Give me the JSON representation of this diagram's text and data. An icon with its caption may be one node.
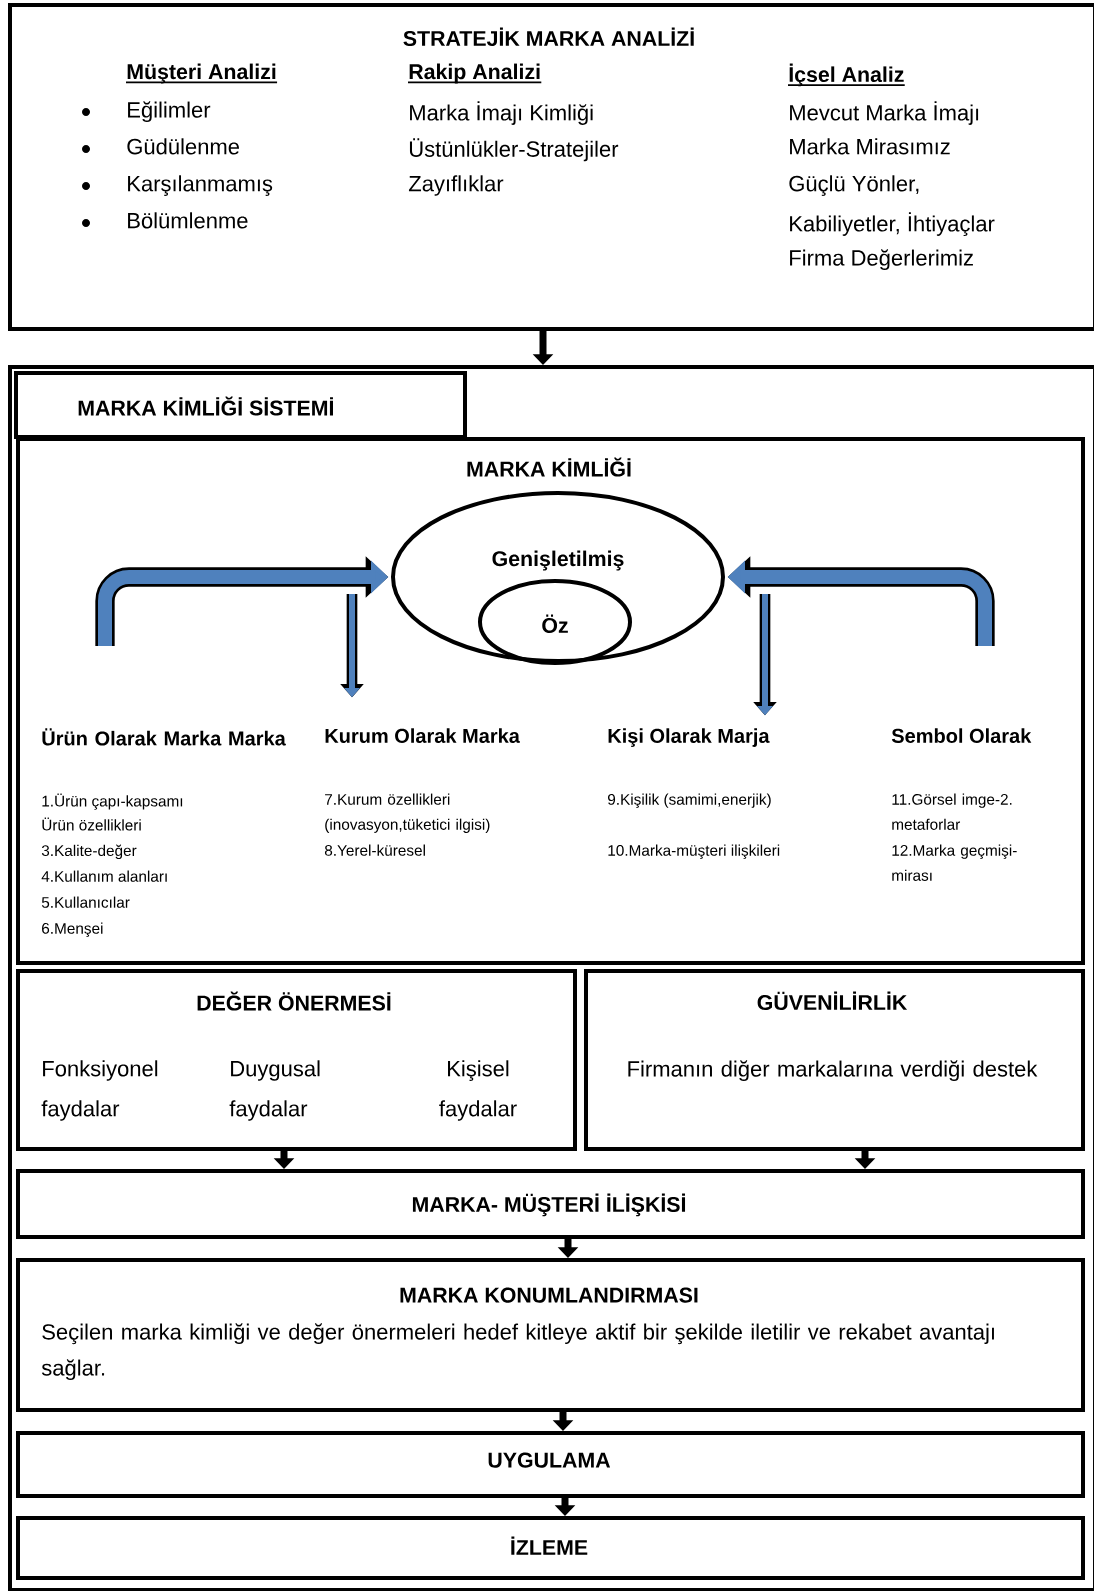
{
  "diagram": {
    "nodes": [
      {
        "text": [
          "STRATEJİK MARKA ANALİZİ",
          "Müşteri Analizi",
          "Eğilimler",
          "Güdülenme",
          "Karşılanmamış",
          "Bölümlenme",
          "Rakip Analizi",
          "Marka İmajı Kimliği",
          "Üstünlükler-Stratejiler",
          "Zayıflıklar",
          "İçsel Analiz",
          "Mevcut Marka İmajı",
          "Marka Mirasımız",
          "Güçlü Yönler,",
          "Kabiliyetler, İhtiyaçlar",
          "Firma Değerlerimiz"
        ]
      },
      {
        "text": [
          "MARKA KİMLİĞİ SİSTEMİ"
        ]
      },
      {
        "text": [
          "MARKA KİMLİĞİ"
        ],
        "in": 1
      },
      {
        "text": [
          "Genişletilmiş"
        ],
        "in": 2
      },
      {
        "text": [
          "Öz"
        ],
        "in": 3
      },
      {
        "text": [
          "Ürün Olarak Marka Marka",
          "1.Ürün çapı-kapsamı",
          "Ürün özellikleri",
          "3.Kalite-değer",
          "4.Kullanım alanları",
          "5.Kullanıcılar",
          "6.Menşei"
        ],
        "in": 2
      },
      {
        "text": [
          "Kurum Olarak Marka",
          "7.Kurum özellikleri (inovasyon,tüketici ilgisi)",
          "8.Yerel-küresel"
        ],
        "in": 2
      },
      {
        "text": [
          "Kişi Olarak Marja",
          "9.Kişilik (samimi,enerjik)",
          "10.Marka-müşteri ilişkileri"
        ],
        "in": 2
      },
      {
        "text": [
          "Sembol Olarak",
          "11.Görsel imge-2. metaforlar",
          "12.Marka geçmişi-mirası"
        ],
        "in": 2
      },
      {
        "text": [
          "DEĞER ÖNERMESİ",
          "Fonksiyonel faydalar",
          "Duygusal faydalar",
          "Kişisel faydalar"
        ],
        "in": 1
      },
      {
        "text": [
          "GÜVENİLİRLİK",
          "Firmanın diğer markalarına verdiği destek"
        ],
        "in": 1
      },
      {
        "text": [
          "MARKA- MÜŞTERİ İLİŞKİSİ"
        ],
        "in": 1
      },
      {
        "text": [
          "MARKA KONUMLANDIRMASI",
          "Seçilen marka kimliği ve değer önermeleri hedef kitleye aktif bir şekilde iletilir ve rekabet avantajı sağlar."
        ],
        "in": 1
      },
      {
        "text": [
          "UYGULAMA"
        ],
        "in": 1
      },
      {
        "text": [
          "İZLEME"
        ],
        "in": 1
      }
    ],
    "edges": [
      {
        "from": 0,
        "to": 1,
        "arrow": "to"
      },
      {
        "from": null,
        "to": 3,
        "arrow": "to",
        "style": "thick",
        "color": "#4f81bd"
      },
      {
        "from": null,
        "to": 3,
        "arrow": "to",
        "style": "thick",
        "color": "#4f81bd"
      },
      {
        "from": null,
        "to": 6,
        "arrow": "to",
        "color": "#4f81bd"
      },
      {
        "from": null,
        "to": 7,
        "arrow": "to",
        "color": "#4f81bd"
      },
      {
        "from": 9,
        "to": 11,
        "arrow": "to"
      },
      {
        "from": 10,
        "to": 11,
        "arrow": "to"
      },
      {
        "from": 11,
        "to": 12,
        "arrow": "to"
      },
      {
        "from": 12,
        "to": 13,
        "arrow": "to"
      },
      {
        "from": 13,
        "to": 14,
        "arrow": "to"
      }
    ]
  }
}
